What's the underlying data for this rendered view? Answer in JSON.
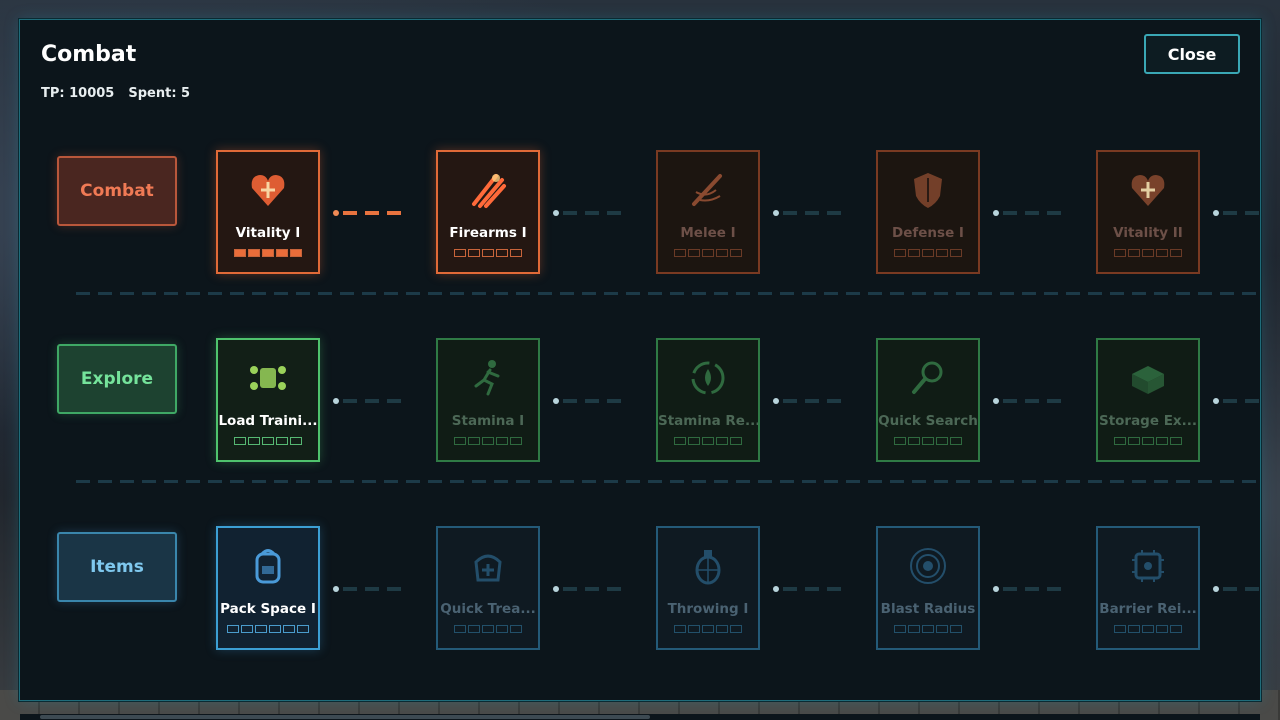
{
  "window": {
    "title": "Combat",
    "tp_label": "TP: 10005",
    "spent_label": "Spent: 5",
    "close_label": "Close"
  },
  "colors": {
    "combat_accent": "#e06a38",
    "explore_accent": "#4fc36d",
    "items_accent": "#3c9fd4",
    "panel_border": "#1f6c7a"
  },
  "categories": [
    {
      "label": "Combat",
      "nodes": [
        {
          "label": "Vitality I",
          "icon": "heart-shield-icon",
          "active": true,
          "level": 5,
          "max": 5
        },
        {
          "label": "Firearms I",
          "icon": "claw-slash-icon",
          "active": true,
          "level": 0,
          "max": 5
        },
        {
          "label": "Melee I",
          "icon": "sword-slash-icon",
          "active": false,
          "level": 0,
          "max": 5
        },
        {
          "label": "Defense I",
          "icon": "shield-icon",
          "active": false,
          "level": 0,
          "max": 5
        },
        {
          "label": "Vitality II",
          "icon": "heart-shield-icon",
          "active": false,
          "level": 0,
          "max": 5
        }
      ]
    },
    {
      "label": "Explore",
      "nodes": [
        {
          "label": "Load Traini...",
          "icon": "pack-frame-icon",
          "active": true,
          "level": 0,
          "max": 5
        },
        {
          "label": "Stamina I",
          "icon": "running-figure-icon",
          "active": false,
          "level": 0,
          "max": 5
        },
        {
          "label": "Stamina Re...",
          "icon": "cycle-drop-icon",
          "active": false,
          "level": 0,
          "max": 5
        },
        {
          "label": "Quick Search",
          "icon": "magnifier-icon",
          "active": false,
          "level": 0,
          "max": 5
        },
        {
          "label": "Storage Ex...",
          "icon": "crate-icon",
          "active": false,
          "level": 0,
          "max": 5
        }
      ]
    },
    {
      "label": "Items",
      "nodes": [
        {
          "label": "Pack Space I",
          "icon": "backpack-icon",
          "active": true,
          "level": 0,
          "max": 6
        },
        {
          "label": "Quick Trea...",
          "icon": "bag-plus-icon",
          "active": false,
          "level": 0,
          "max": 5
        },
        {
          "label": "Throwing I",
          "icon": "grenade-icon",
          "active": false,
          "level": 0,
          "max": 5
        },
        {
          "label": "Blast Radius",
          "icon": "target-rings-icon",
          "active": false,
          "level": 0,
          "max": 5
        },
        {
          "label": "Barrier Rei...",
          "icon": "circuit-box-icon",
          "active": false,
          "level": 0,
          "max": 5
        }
      ]
    }
  ]
}
